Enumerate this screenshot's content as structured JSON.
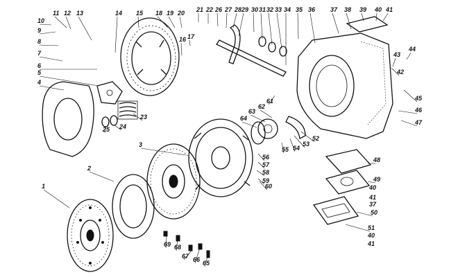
{
  "figure": {
    "callouts": [
      "1",
      "2",
      "3",
      "4",
      "5",
      "6",
      "7",
      "8",
      "9",
      "10",
      "11",
      "12",
      "13",
      "14",
      "15",
      "16",
      "17",
      "18",
      "19",
      "20",
      "21",
      "22",
      "23",
      "24",
      "25",
      "26",
      "27",
      "28",
      "29",
      "30",
      "31",
      "32",
      "33",
      "34",
      "35",
      "36",
      "37",
      "38",
      "39",
      "40",
      "41",
      "42",
      "43",
      "44",
      "45",
      "46",
      "47",
      "48",
      "49",
      "50",
      "51",
      "52",
      "53",
      "54",
      "55",
      "56",
      "57",
      "58",
      "59",
      "60",
      "61",
      "62",
      "63",
      "64",
      "65",
      "66",
      "67",
      "68",
      "69"
    ],
    "duplicate_callouts": [
      "37",
      "40",
      "41",
      "40",
      "41"
    ]
  }
}
